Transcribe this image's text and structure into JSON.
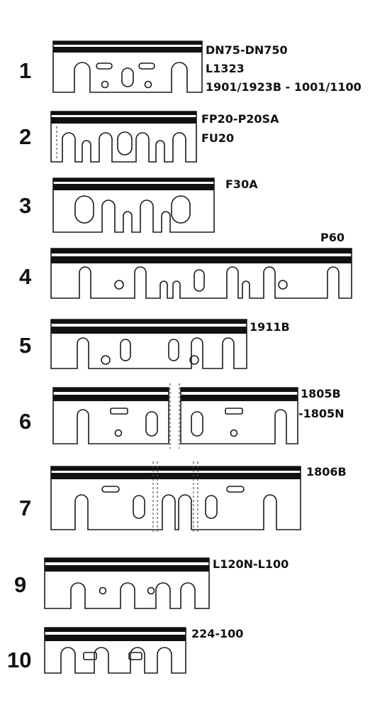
{
  "blades": [
    {
      "number": "1",
      "labels": [
        "DN75-DN750",
        "L1323",
        "1901/1923B - 1001/1100"
      ]
    },
    {
      "number": "2",
      "labels": [
        "FP20-P20SA",
        "FU20"
      ]
    },
    {
      "number": "3",
      "labels": [
        "F30A"
      ]
    },
    {
      "number": "4",
      "labels": [
        "P60"
      ]
    },
    {
      "number": "5",
      "labels": [
        "1911B"
      ]
    },
    {
      "number": "6",
      "labels": [
        "1805B",
        "-1805N"
      ]
    },
    {
      "number": "7",
      "labels": [
        "1806B"
      ]
    },
    {
      "number": "9",
      "labels": [
        "L120N-L100"
      ]
    },
    {
      "number": "10",
      "labels": [
        "224-100"
      ]
    }
  ]
}
